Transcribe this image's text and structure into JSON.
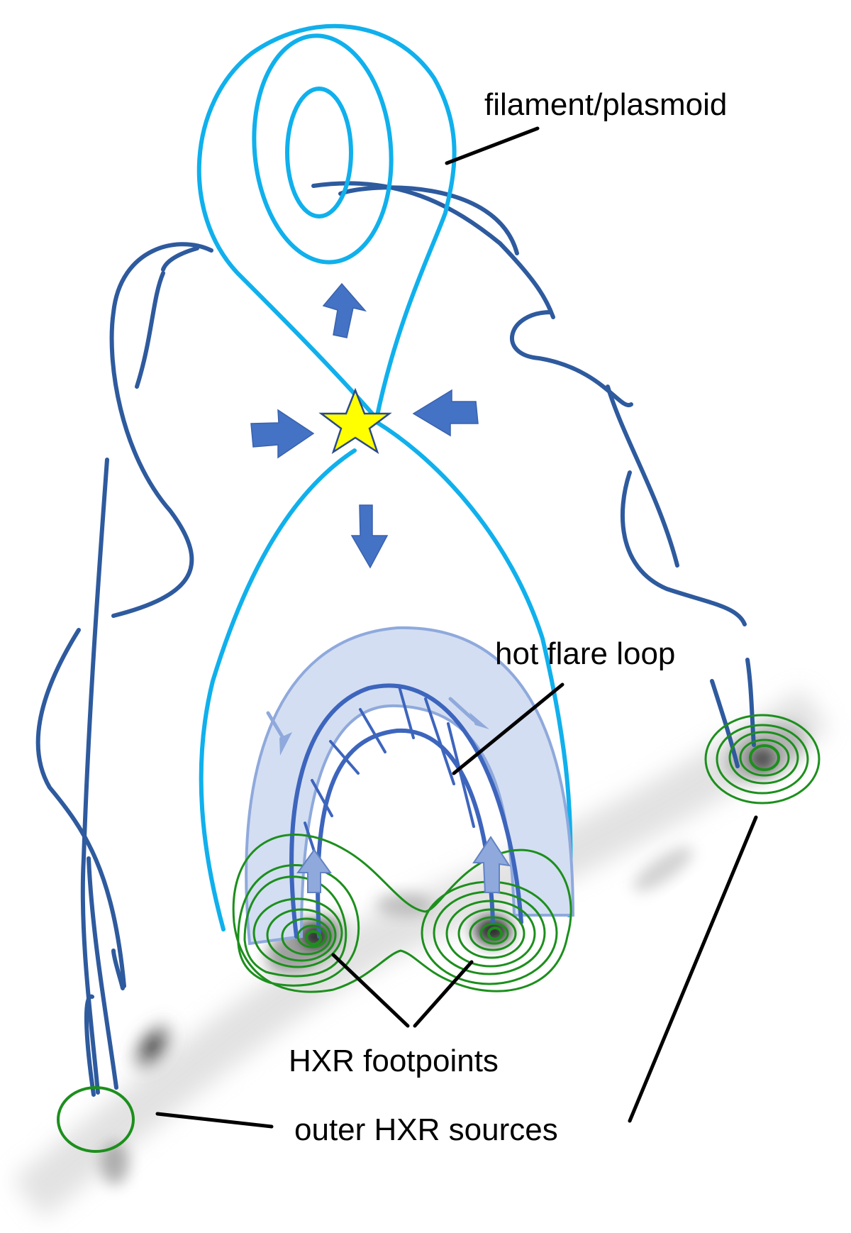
{
  "labels": {
    "filament": "filament/plasmoid",
    "hot_loop": "hot flare loop",
    "footpoints": "HXR footpoints",
    "outer_sources": "outer HXR sources"
  },
  "colors": {
    "separatrix": "#10b0ec",
    "field_lines": "#2e5a9e",
    "flow_arrows": "#4472c4",
    "hot_loop_fill": "#d3def2",
    "hxr_contours": "#1c8f1c",
    "reconnection_star": "#ffff00"
  },
  "icons": {
    "reconnection_point": "star-icon",
    "inflow_arrows": "arrow-icon",
    "upflow_arrows": "arrow-up-icon"
  }
}
